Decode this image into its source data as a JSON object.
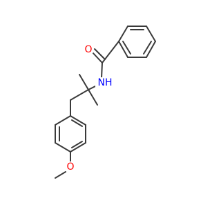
{
  "molecule": {
    "atoms": {
      "carbonyl_oxygen": {
        "label": "O",
        "color": "#ff0000"
      },
      "amide_nitrogen": {
        "label": "NH",
        "color": "#0000ff"
      },
      "ether_oxygen": {
        "label": "O",
        "color": "#ff0000"
      }
    },
    "bond_color": "#3a3a3a"
  }
}
